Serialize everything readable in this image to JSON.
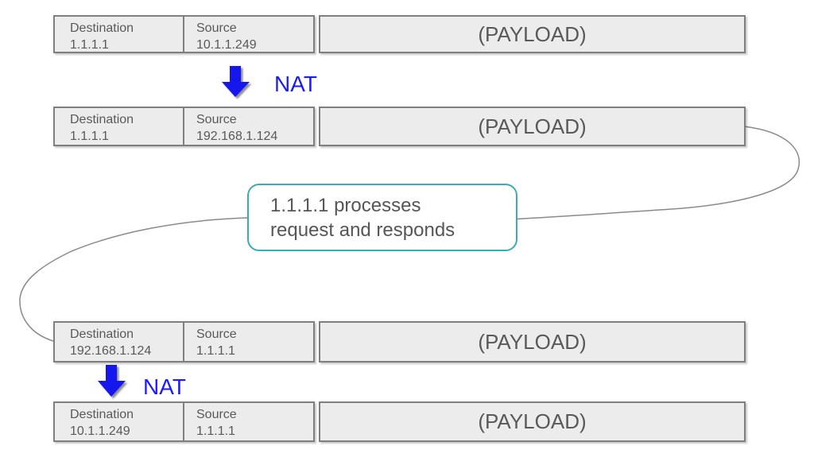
{
  "theme": {
    "arrow_blue": "#1414ee",
    "nat_text_blue": "#1b1bff",
    "callout_teal": "#3aacb8",
    "box_fill": "#ececec",
    "box_border": "#7f7f7f",
    "text_gray": "#595959",
    "curve_gray": "#8a8a8a"
  },
  "packets": [
    {
      "dest_label": "Destination",
      "dest_value": "1.1.1.1",
      "src_label": "Source",
      "src_value": "10.1.1.249",
      "payload": "(PAYLOAD)"
    },
    {
      "dest_label": "Destination",
      "dest_value": "1.1.1.1",
      "src_label": "Source",
      "src_value": "192.168.1.124",
      "payload": "(PAYLOAD)"
    },
    {
      "dest_label": "Destination",
      "dest_value": "192.168.1.124",
      "src_label": "Source",
      "src_value": "1.1.1.1",
      "payload": "(PAYLOAD)"
    },
    {
      "dest_label": "Destination",
      "dest_value": "10.1.1.249",
      "src_label": "Source",
      "src_value": "1.1.1.1",
      "payload": "(PAYLOAD)"
    }
  ],
  "nat": {
    "label": "NAT"
  },
  "callout": {
    "line1": "1.1.1.1 processes",
    "line2": "request and responds"
  }
}
